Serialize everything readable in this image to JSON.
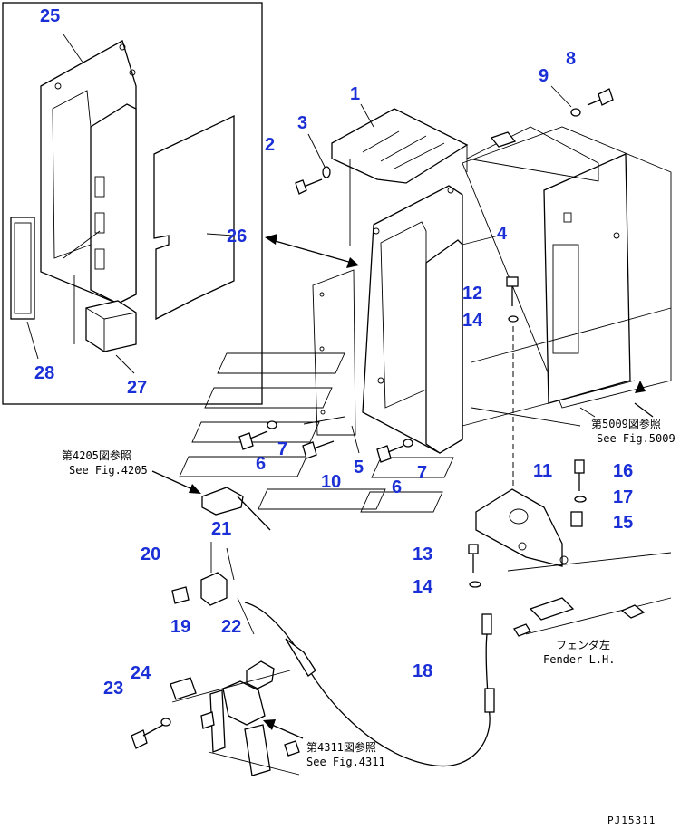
{
  "part_numbers": [
    {
      "id": "1",
      "label": "1"
    },
    {
      "id": "2",
      "label": "2"
    },
    {
      "id": "3",
      "label": "3"
    },
    {
      "id": "4",
      "label": "4"
    },
    {
      "id": "5",
      "label": "5"
    },
    {
      "id": "6a",
      "label": "6"
    },
    {
      "id": "6b",
      "label": "6"
    },
    {
      "id": "7a",
      "label": "7"
    },
    {
      "id": "7b",
      "label": "7"
    },
    {
      "id": "8",
      "label": "8"
    },
    {
      "id": "9",
      "label": "9"
    },
    {
      "id": "10",
      "label": "10"
    },
    {
      "id": "11",
      "label": "11"
    },
    {
      "id": "12",
      "label": "12"
    },
    {
      "id": "13",
      "label": "13"
    },
    {
      "id": "14a",
      "label": "14"
    },
    {
      "id": "14b",
      "label": "14"
    },
    {
      "id": "15",
      "label": "15"
    },
    {
      "id": "16",
      "label": "16"
    },
    {
      "id": "17",
      "label": "17"
    },
    {
      "id": "18",
      "label": "18"
    },
    {
      "id": "19",
      "label": "19"
    },
    {
      "id": "20",
      "label": "20"
    },
    {
      "id": "21",
      "label": "21"
    },
    {
      "id": "22",
      "label": "22"
    },
    {
      "id": "23",
      "label": "23"
    },
    {
      "id": "24",
      "label": "24"
    },
    {
      "id": "25",
      "label": "25"
    },
    {
      "id": "26",
      "label": "26"
    },
    {
      "id": "27",
      "label": "27"
    },
    {
      "id": "28",
      "label": "28"
    }
  ],
  "references": {
    "fig5009_jp": "第5009図参照",
    "fig5009_en": "See Fig.5009",
    "fig4205_jp": "第4205図参照",
    "fig4205_en": "See Fig.4205",
    "fig4311_jp": "第4311図参照",
    "fig4311_en": "See Fig.4311",
    "fender_jp": "フェンダ左",
    "fender_en": "Fender L.H."
  },
  "drawing_code": "PJ15311",
  "colors": {
    "callout": "#1a2fd6",
    "line": "#000000",
    "background": "#ffffff"
  }
}
